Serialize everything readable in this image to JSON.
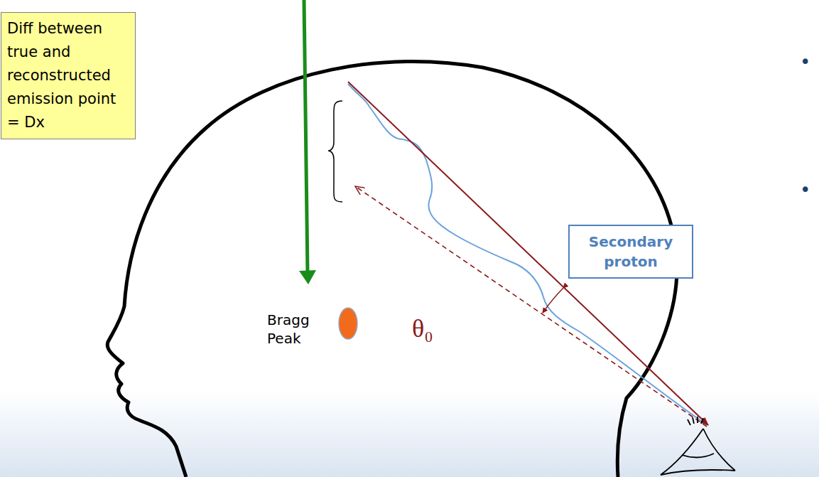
{
  "diagram": {
    "nodes": [
      {
        "text": [
          "Diff between true and reconstructed emission point = Dx"
        ]
      },
      {
        "text": [
          "Secondary proton"
        ]
      }
    ],
    "labels": [
      "Bragg Peak",
      "θ₀",
      "•",
      "•"
    ]
  }
}
